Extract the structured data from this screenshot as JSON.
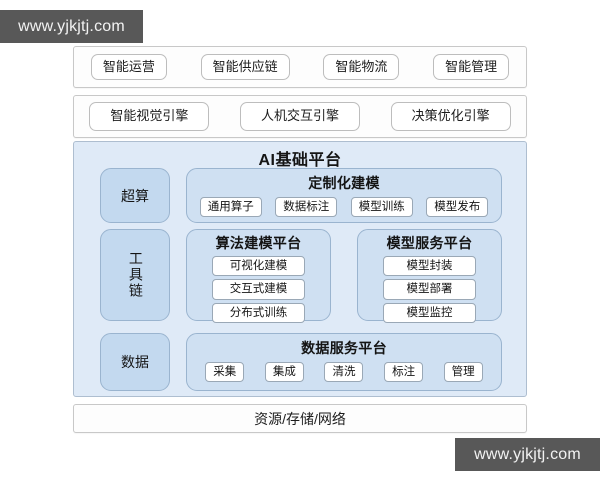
{
  "watermarks": {
    "top": "www.yjkjtj.com",
    "bottom": "www.yjkjtj.com"
  },
  "colors": {
    "page_background": "#ffffff",
    "outer_row_background": "#fdfdfd",
    "outer_row_border": "#c8c8c8",
    "platform_background": "#dfeaf7",
    "platform_border": "#aebed0",
    "left_box_background": "#c3d9ef",
    "sub_panel_background": "#cfe0f2",
    "sub_panel_border": "#9ab4cf",
    "chip_background": "#ffffff",
    "chip_border": "#9aa8b6",
    "watermark_background": "#585858",
    "watermark_text": "#f2f2f2",
    "text": "#141414"
  },
  "applications_row": {
    "items": [
      {
        "label": "智能运营"
      },
      {
        "label": "智能供应链"
      },
      {
        "label": "智能物流"
      },
      {
        "label": "智能管理"
      }
    ]
  },
  "engines_row": {
    "items": [
      {
        "label": "智能视觉引擎"
      },
      {
        "label": "人机交互引擎"
      },
      {
        "label": "决策优化引擎"
      }
    ]
  },
  "ai_platform": {
    "title": "AI基础平台",
    "left_column": [
      {
        "label": "超算",
        "orientation": "horizontal"
      },
      {
        "label": "工具链",
        "orientation": "vertical"
      },
      {
        "label": "数据",
        "orientation": "horizontal"
      }
    ],
    "panels": [
      {
        "title": "定制化建模",
        "layout": "row",
        "items": [
          {
            "label": "通用算子"
          },
          {
            "label": "数据标注"
          },
          {
            "label": "模型训练"
          },
          {
            "label": "模型发布"
          }
        ]
      },
      {
        "title": "算法建模平台",
        "layout": "column",
        "items": [
          {
            "label": "可视化建模"
          },
          {
            "label": "交互式建模"
          },
          {
            "label": "分布式训练"
          }
        ]
      },
      {
        "title": "模型服务平台",
        "layout": "column",
        "items": [
          {
            "label": "模型封装"
          },
          {
            "label": "模型部署"
          },
          {
            "label": "模型监控"
          }
        ]
      },
      {
        "title": "数据服务平台",
        "layout": "row",
        "items": [
          {
            "label": "采集"
          },
          {
            "label": "集成"
          },
          {
            "label": "清洗"
          },
          {
            "label": "标注"
          },
          {
            "label": "管理"
          }
        ]
      }
    ]
  },
  "infrastructure_row": {
    "label": "资源/存储/网络"
  }
}
